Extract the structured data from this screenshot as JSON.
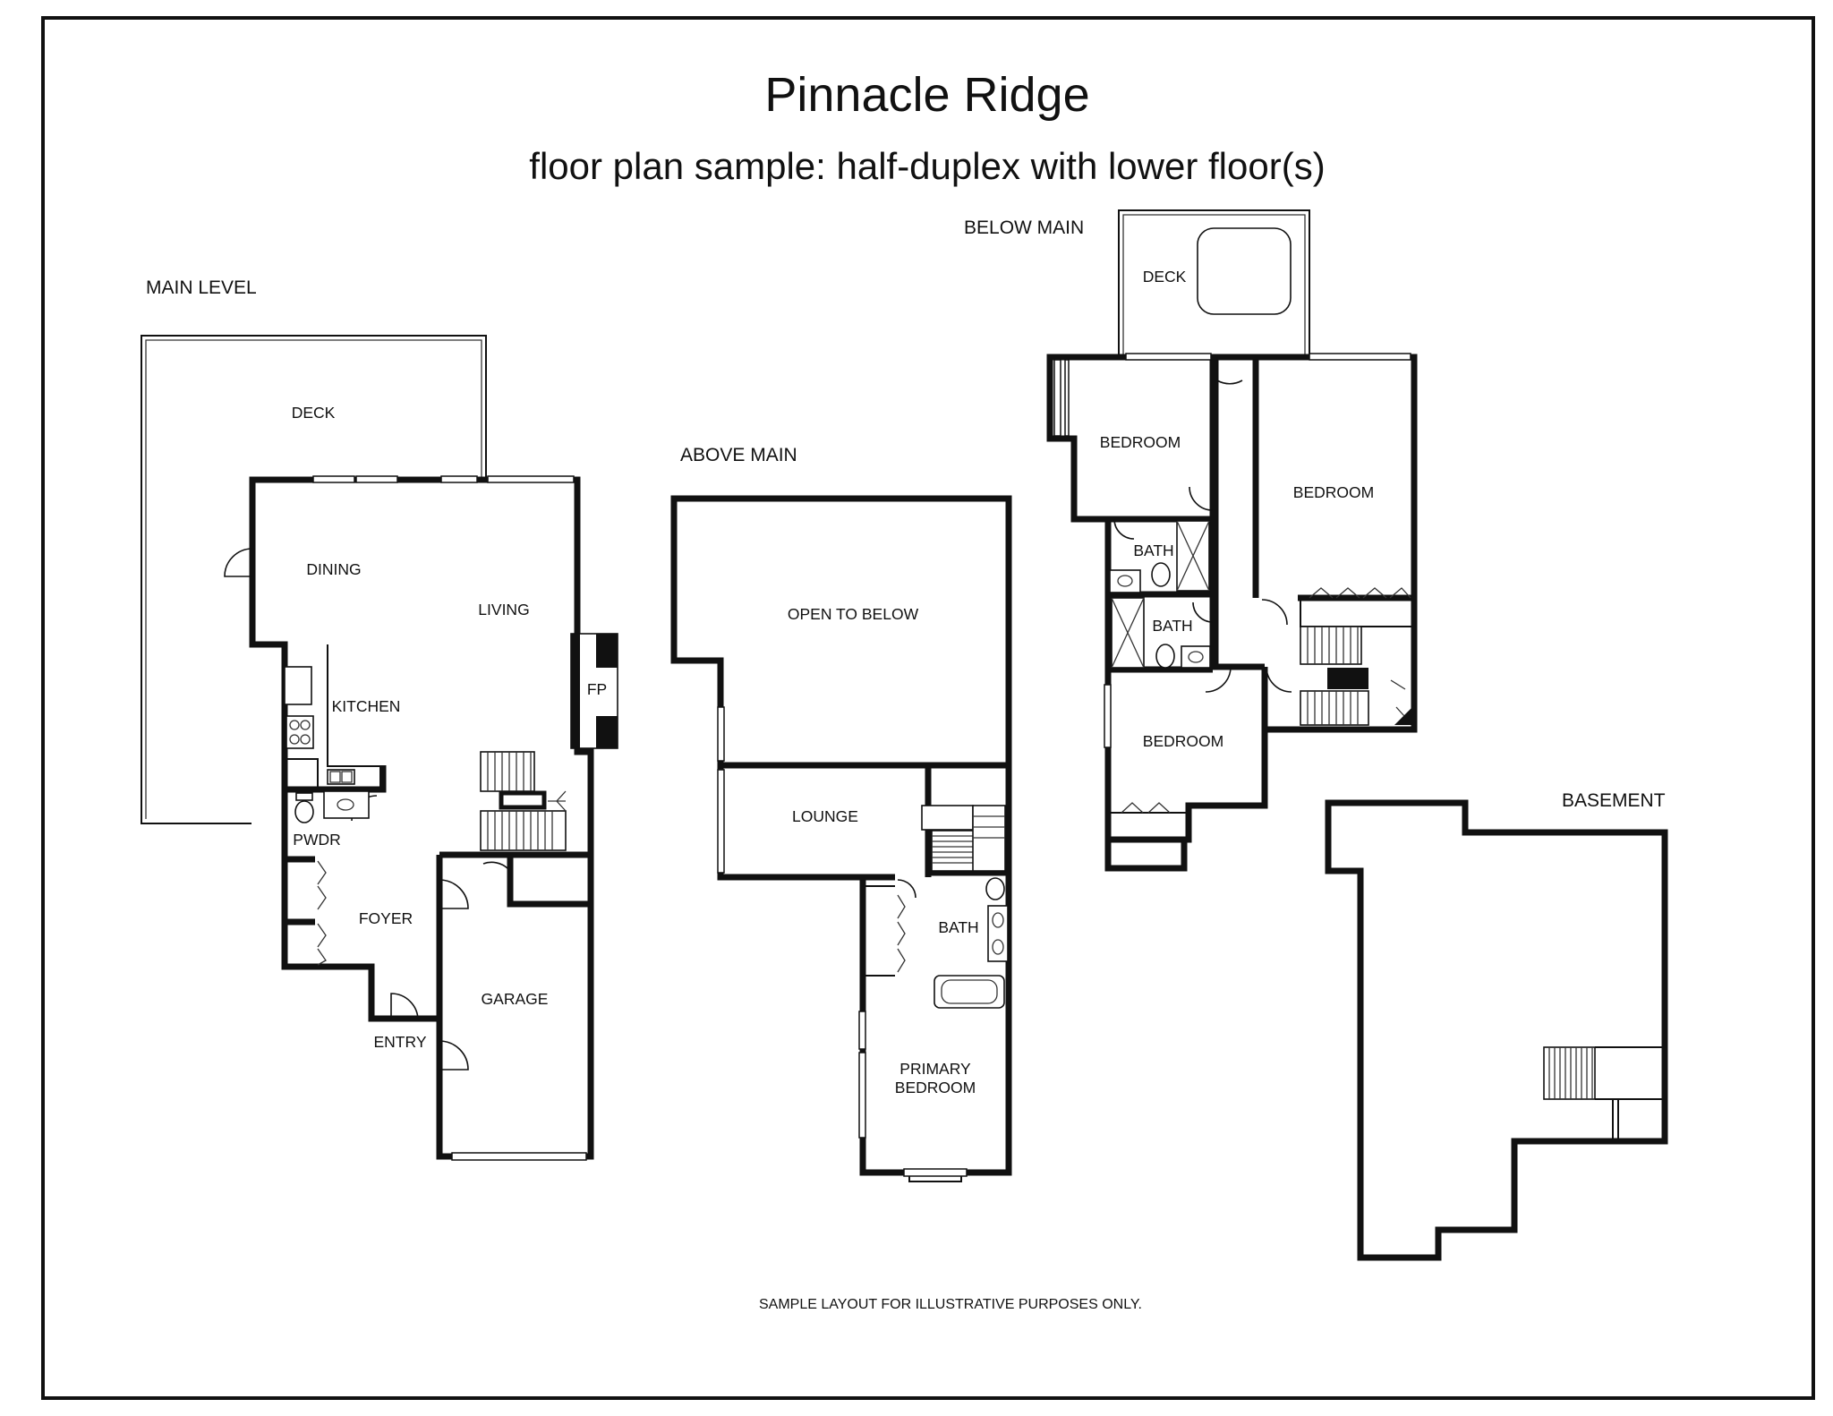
{
  "title": "Pinnacle Ridge",
  "subtitle": "floor plan sample: half-duplex with lower floor(s)",
  "disclaimer": "SAMPLE LAYOUT FOR ILLUSTRATIVE PURPOSES ONLY.",
  "levels": {
    "main": {
      "label": "MAIN LEVEL",
      "rooms": {
        "deck": "DECK",
        "dining": "DINING",
        "living": "LIVING",
        "kitchen": "KITCHEN",
        "fireplace": "FP",
        "powder": "PWDR",
        "foyer": "FOYER",
        "entry": "ENTRY",
        "garage": "GARAGE"
      }
    },
    "above": {
      "label": "ABOVE MAIN",
      "rooms": {
        "open_to_below": "OPEN TO BELOW",
        "lounge": "LOUNGE",
        "bath": "BATH",
        "primary_line1": "PRIMARY",
        "primary_line2": "BEDROOM"
      }
    },
    "below": {
      "label": "BELOW MAIN",
      "rooms": {
        "deck": "DECK",
        "bedroom_nw": "BEDROOM",
        "bedroom_e": "BEDROOM",
        "bath_upper": "BATH",
        "bath_lower": "BATH",
        "bedroom_s": "BEDROOM"
      }
    },
    "basement": {
      "label": "BASEMENT"
    }
  }
}
